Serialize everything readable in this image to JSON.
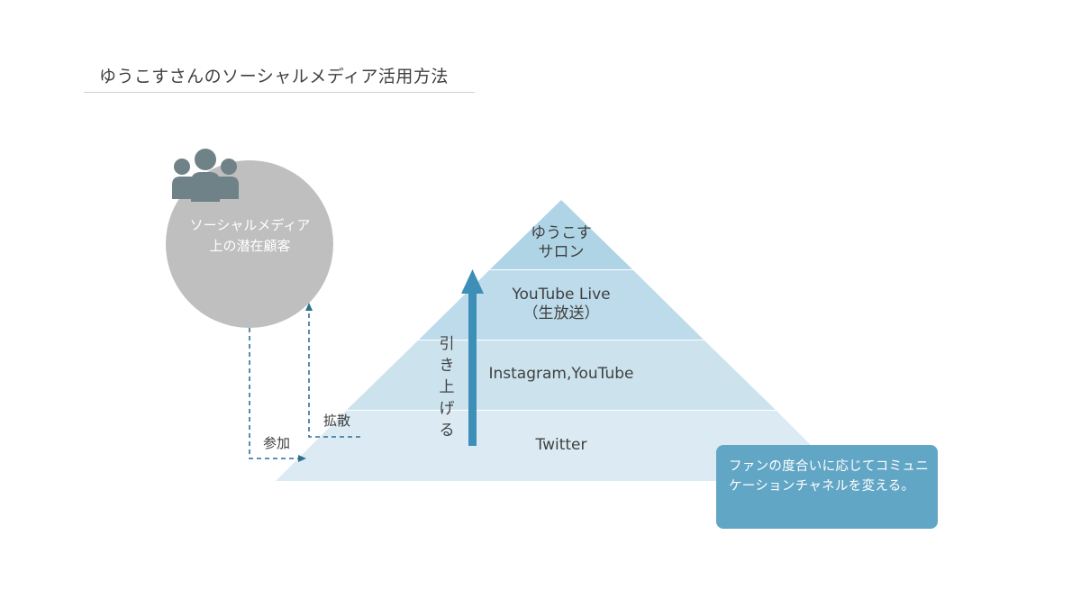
{
  "title": "ゆうこすさんのソーシャルメディア活用方法",
  "audience": {
    "icon": "group-of-people-icon",
    "label": "ソーシャルメディア上の潜在顧客"
  },
  "flows": {
    "join_label": "参加",
    "spread_label": "拡散"
  },
  "pyramid": {
    "tiers": [
      {
        "label_line1": "ゆうこす",
        "label_line2": "サロン"
      },
      {
        "label_line1": "YouTube Live",
        "label_line2": "（生放送）"
      },
      {
        "label_line1": "Instagram,YouTube",
        "label_line2": ""
      },
      {
        "label_line1": "Twitter",
        "label_line2": ""
      }
    ],
    "arrow_label": "引き上げる"
  },
  "note": "ファンの度合いに応じてコミュニケーションチャネルを変える。",
  "colors": {
    "circle": "#bfbfbf",
    "people_icon": "#6f8287",
    "tier_top": "#aed4e6",
    "tier_upper": "#bddbea",
    "tier_lower": "#cce3ee",
    "tier_bottom": "#dcebf3",
    "arrow": "#3d8fb8",
    "dash": "#2f6f90",
    "note_bg": "#62a6c6"
  }
}
